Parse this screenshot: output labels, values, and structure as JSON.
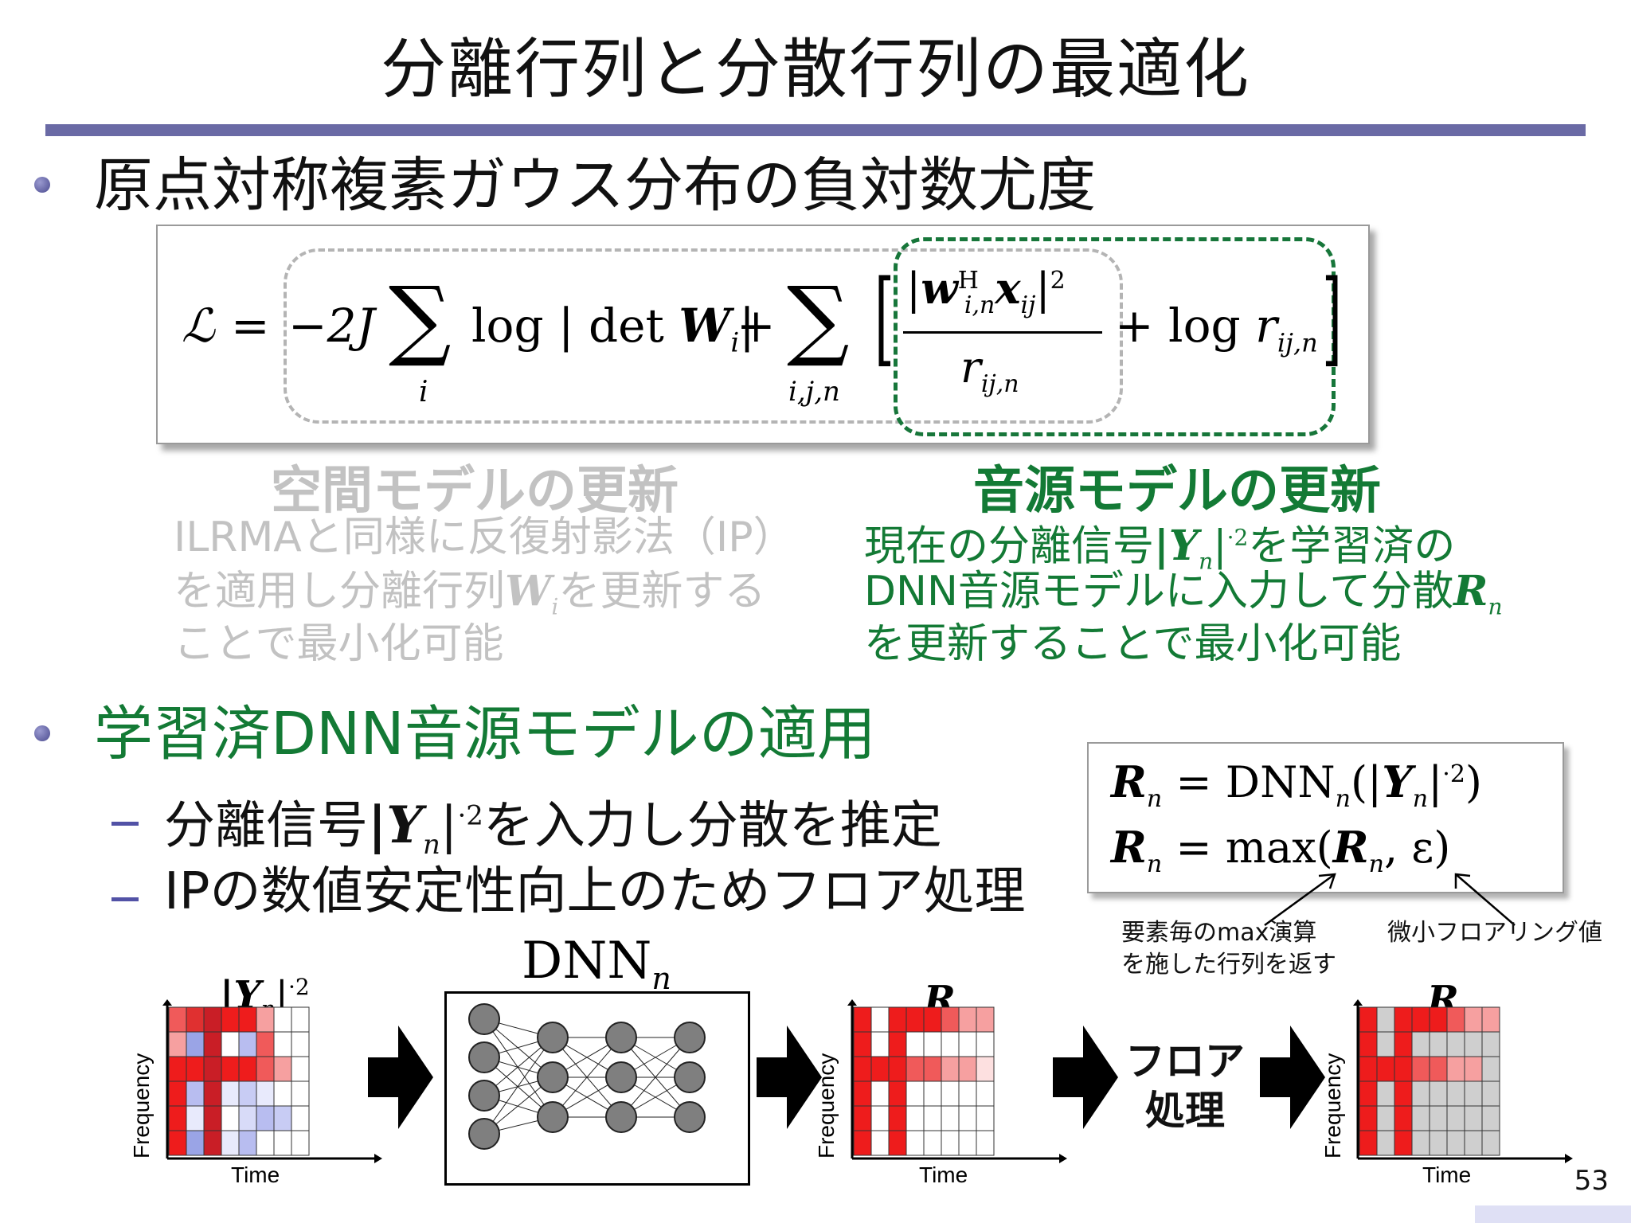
{
  "slide": {
    "title": "分離行列と分散行列の最適化",
    "page_number": "53"
  },
  "bullets": [
    {
      "text": "原点対称複素ガウス分布の負対数尤度"
    },
    {
      "text": "学習済DNN音源モデルの適用"
    }
  ],
  "formula": {
    "lhs": "ℒ",
    "eq": "=",
    "term1_coef": "−2J",
    "sum1_sub": "i",
    "log_det": "log | det ",
    "W": "W",
    "W_sub": "i",
    "close_abs": "|",
    "plus": "+",
    "sum2_sub": "i,j,n",
    "frac_num_w": "w",
    "frac_num_w_sup": "H",
    "frac_num_w_sub": "i,n",
    "frac_num_x": "x",
    "frac_num_x_sub": "ij",
    "frac_num_sup2": "2",
    "frac_den": "r",
    "frac_den_sub": "ij,n",
    "plus_log": "+ log ",
    "r_last": "r",
    "r_last_sub": "ij,n"
  },
  "spatial": {
    "heading": "空間モデルの更新",
    "line1": "ILRMAと同様に反復射影法（IP）",
    "line2_a": "を適用し分離行列",
    "line2_W": "W",
    "line2_sub": "i",
    "line2_b": "を更新する",
    "line3": "ことで最小化可能"
  },
  "source": {
    "heading": "音源モデルの更新",
    "line1_a": "現在の分離信号",
    "line1_Y": "|Y",
    "line1_sub": "n",
    "line1_abs": "|",
    "line1_sup": "·2",
    "line1_b": "を学習済の",
    "line2_a": "DNN音源モデルに入力して分散",
    "line2_R": "R",
    "line2_sub": "n",
    "line3": "を更新することで最小化可能"
  },
  "subitems": [
    {
      "pre": "分離信号",
      "Y": "|Y",
      "sub": "n",
      "abs": "|",
      "sup": "·2",
      "post": "を入力し分散を推定"
    },
    {
      "pre": "IPの数値安定性向上のためフロア処理"
    }
  ],
  "equations": {
    "eq1_R": "R",
    "eq1_sub": "n",
    "eq1_rhs_a": "= DNN",
    "eq1_rhs_sub": "n",
    "eq1_rhs_b": "(|",
    "eq1_Y": "Y",
    "eq1_Ysub": "n",
    "eq1_rhs_c": "|",
    "eq1_sup": "·2",
    "eq1_rhs_d": ")",
    "eq2_R": "R",
    "eq2_sub": "n",
    "eq2_rhs_a": "= max(",
    "eq2_R2": "R",
    "eq2_sub2": "n",
    "eq2_rhs_b": ", ε)"
  },
  "annotations": {
    "left_line1": "要素毎のmax演算",
    "left_line2": "を施した行列を返す",
    "right": "微小フロアリング値"
  },
  "pipeline": {
    "dnn_label": "DNN",
    "dnn_sub": "n",
    "input_label_Y": "|Y",
    "input_label_sub": "n",
    "input_label_abs": "|",
    "input_label_sup": "·2",
    "R_label": "R",
    "R_sub": "n",
    "floor_line1": "フロア",
    "floor_line2": "処理",
    "axis_x": "Time",
    "axis_y": "Frequency"
  },
  "colors": {
    "accent_rule": "#6a6aa5",
    "green": "#137a35",
    "gray_text": "#c2c2c2",
    "heat_red": "#ee1c1c",
    "heat_dark": "#c91e26"
  }
}
